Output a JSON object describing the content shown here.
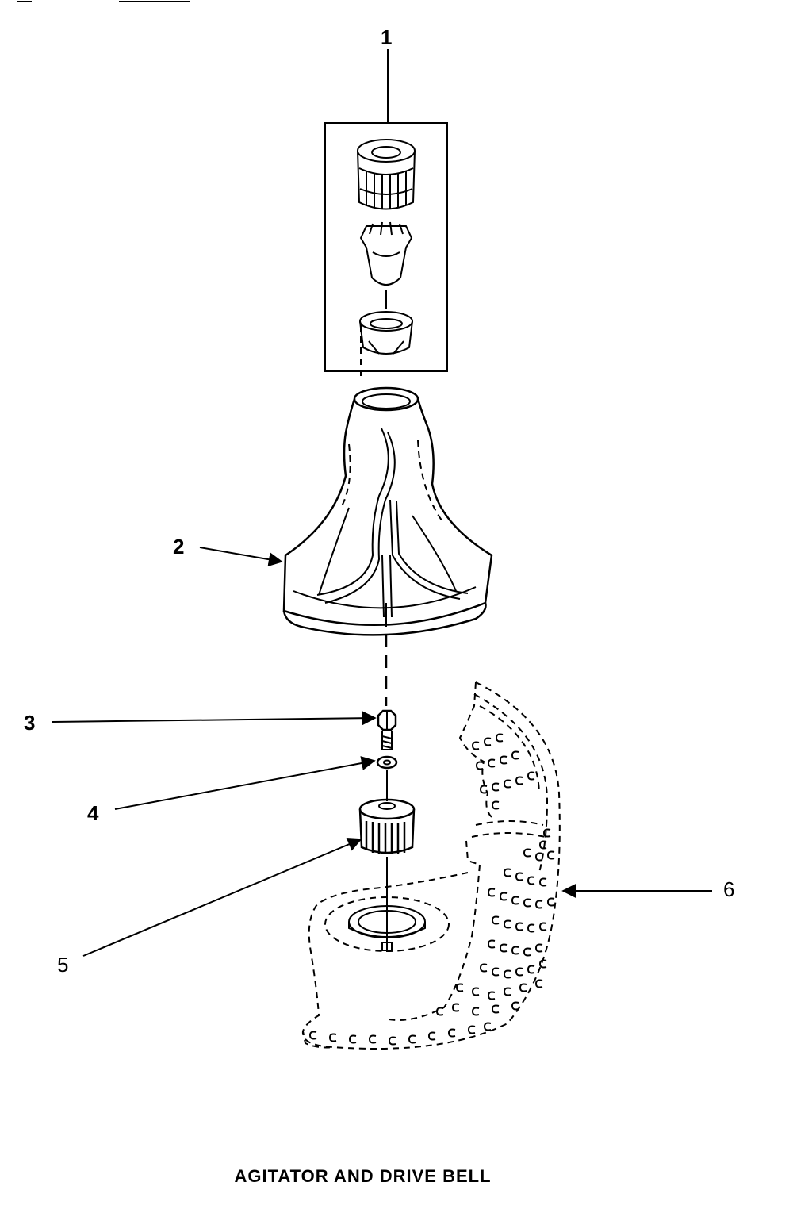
{
  "title": "AGITATOR AND DRIVE BELL",
  "callouts": [
    {
      "id": "1",
      "label": "1"
    },
    {
      "id": "2",
      "label": "2"
    },
    {
      "id": "3",
      "label": "3"
    },
    {
      "id": "4",
      "label": "4"
    },
    {
      "id": "5",
      "label": "5"
    },
    {
      "id": "6",
      "label": "6"
    }
  ],
  "colors": {
    "ink": "#000000",
    "paper": "#ffffff"
  }
}
